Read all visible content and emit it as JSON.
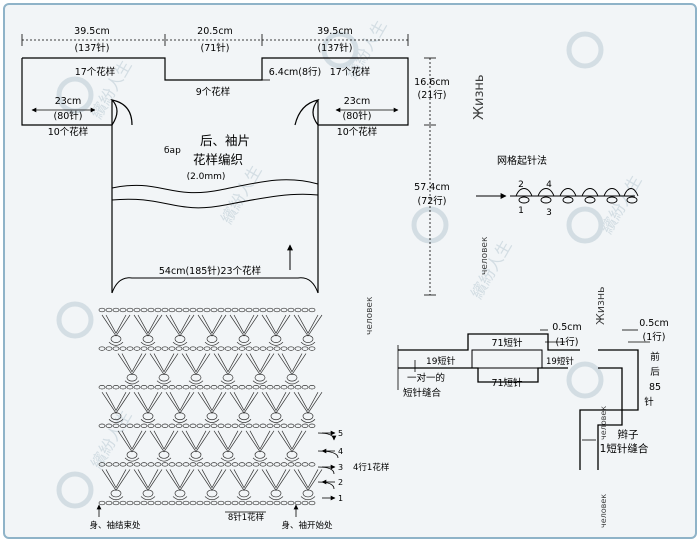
{
  "watermarks": [
    "繽紛人生",
    "Жизнь",
    "человек",
    "Жизнь",
    "человек"
  ],
  "top": {
    "left_width": {
      "cm": "39.5cm",
      "stitches": "(137针)"
    },
    "center_width": {
      "cm": "20.5cm",
      "stitches": "(71针)"
    },
    "right_width": {
      "cm": "39.5cm",
      "stitches": "(137针)"
    },
    "left_patterns": "17个花样",
    "right_patterns": "17个花样",
    "neck_patterns": "9个花样",
    "neck_depth": "6.4cm(8行)",
    "sleeve_left": {
      "cm": "23cm",
      "stitches": "(80针)",
      "patterns": "10个花样"
    },
    "sleeve_right": {
      "cm": "23cm",
      "stitches": "(80针)",
      "patterns": "10个花样"
    },
    "height_upper": {
      "cm": "16.6cm",
      "rows": "(21行)"
    },
    "height_total": {
      "cm": "57.4cm",
      "rows": "(72行)"
    },
    "title_line1": "后、袖片",
    "title_line2": "花样编织",
    "hook": "(2.0mm)",
    "stray": "бар",
    "bottom_width": "54cm(185针)23个花样"
  },
  "foundation": {
    "title": "网格起针法",
    "numbers": [
      "2",
      "4",
      "1",
      "3"
    ]
  },
  "chart": {
    "rows_label": "4行1花样",
    "row_numbers": [
      "5",
      "4",
      "3",
      "2",
      "1"
    ],
    "bottom_repeat": "8针1花样",
    "end_left": "身、袖结束处",
    "end_right": "身、袖开始处"
  },
  "neck_detail": {
    "top_stitches": "71短针",
    "bottom_stitches": "71短针",
    "side_stitches": "19短针",
    "side_stitches_right": "19短针",
    "join_label_1": "一对一的",
    "join_label_2": "短针缝合",
    "gap_mid": {
      "cm": "0.5cm",
      "rows": "(1行)"
    },
    "gap_right": {
      "cm": "0.5cm",
      "rows": "(1行)"
    },
    "front_label": "前后85针",
    "front_chars": [
      "前",
      "后",
      "85",
      "针"
    ],
    "hem_label_1": "辫子",
    "hem_label_2": "1短针缝合"
  }
}
